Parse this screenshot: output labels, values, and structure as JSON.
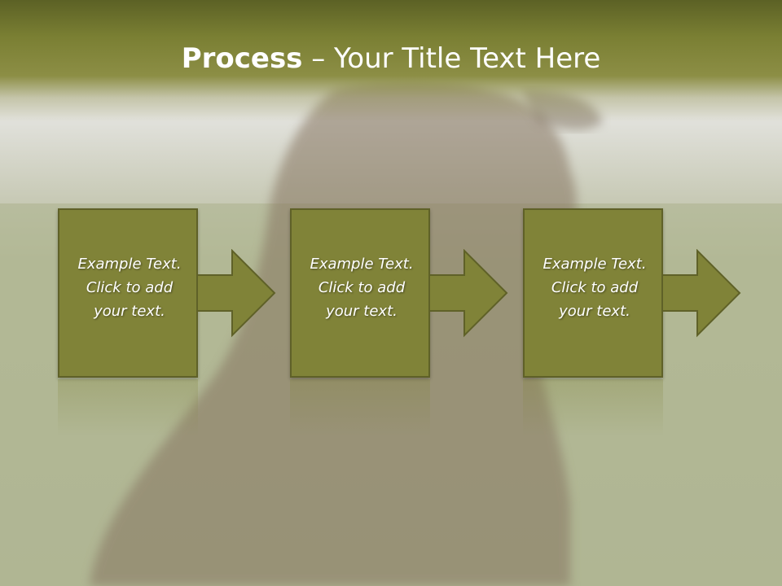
{
  "slide": {
    "title_bold": "Process",
    "title_rest": " – Your Title Text Here"
  },
  "steps": [
    {
      "line1": "Example Text.",
      "line2": "Click  to add",
      "line3": "your text."
    },
    {
      "line1": "Example Text.",
      "line2": "Click  to add",
      "line3": "your text."
    },
    {
      "line1": "Example Text.",
      "line2": "Click  to add",
      "line3": "your text."
    }
  ],
  "colors": {
    "box_fill": "#808338",
    "box_border": "#5f6128",
    "title_bar": "#7a7f33",
    "text": "#ffffff"
  },
  "background_image": "curly-haired-dog-on-grassy-hill"
}
